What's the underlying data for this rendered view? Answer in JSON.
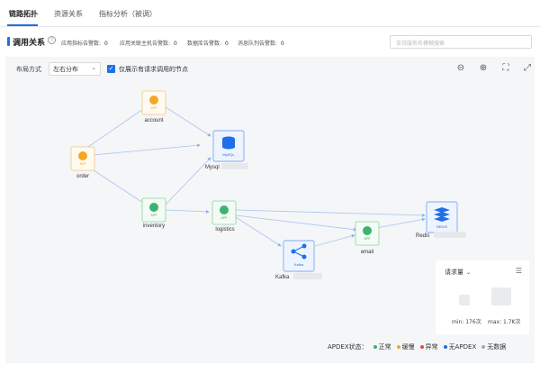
{
  "tabs": [
    {
      "label": "链路拓扑",
      "active": true
    },
    {
      "label": "资源关系",
      "active": false
    },
    {
      "label": "指标分析（被调）",
      "active": false
    }
  ],
  "toolbar": {
    "section_title": "调用关系",
    "stats": [
      {
        "label": "应用指标告警数:",
        "value": "0"
      },
      {
        "label": "应用关联主机告警数:",
        "value": "0"
      },
      {
        "label": "数据库告警数:",
        "value": "0"
      },
      {
        "label": "消息队列告警数:",
        "value": "0"
      }
    ],
    "search_placeholder": "支持服务名模糊搜索"
  },
  "canvas": {
    "layout_label": "布局方式",
    "layout_value": "左右分布",
    "checkbox_label": "仅展示有请求调用的节点",
    "checkbox_checked": true
  },
  "nodes": [
    {
      "id": "order",
      "label": "order",
      "kind": "app",
      "status_color": "#f5a623"
    },
    {
      "id": "account",
      "label": "account",
      "kind": "app",
      "status_color": "#f5a623"
    },
    {
      "id": "inventory",
      "label": "inventory",
      "kind": "app",
      "status_color": "#3cb371"
    },
    {
      "id": "logistics",
      "label": "logistics",
      "kind": "app",
      "status_color": "#3cb371"
    },
    {
      "id": "email",
      "label": "email",
      "kind": "app",
      "status_color": "#3cb371"
    },
    {
      "id": "mysql",
      "label": "Mysql",
      "kind": "db",
      "badge": "MySQL",
      "status_color": "#1e6fe8"
    },
    {
      "id": "kafka",
      "label": "Kafka",
      "kind": "mq",
      "badge": "Kafka",
      "status_color": "#1e6fe8"
    },
    {
      "id": "redis",
      "label": "Redis",
      "kind": "cache",
      "badge": "REDIS",
      "status_color": "#1e6fe8"
    }
  ],
  "legend": {
    "metric": "请求量",
    "min_label": "min: 176次",
    "max_label": "max: 1.7K次"
  },
  "apdex": {
    "label": "APDEX状态：",
    "items": [
      {
        "label": "正常",
        "color": "#3cb371"
      },
      {
        "label": "缓慢",
        "color": "#f5a623"
      },
      {
        "label": "异常",
        "color": "#e64a4a"
      },
      {
        "label": "无APDEX",
        "color": "#1e6fe8"
      },
      {
        "label": "无数据",
        "color": "#aaaaaa"
      }
    ]
  }
}
